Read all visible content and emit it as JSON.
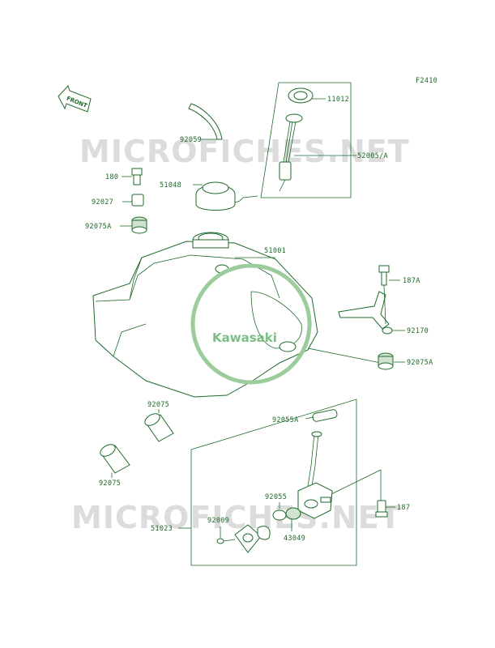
{
  "figure_code": "F2410",
  "watermark": "MICROFICHES.NET",
  "front_label": "FRONT",
  "logo_text": "Kawasaki",
  "parts": {
    "p11012": "11012",
    "p52005": "52005/A",
    "p92059": "92059",
    "p180": "180",
    "p51048": "51048",
    "p92027": "92027",
    "p92075A_left": "92075A",
    "p51001": "51001",
    "p187A": "187A",
    "p92170": "92170",
    "p92075A_right": "92075A",
    "p92075_top": "92075",
    "p92075_bottom": "92075",
    "p92055A": "92055A",
    "p92055": "92055",
    "p187": "187",
    "p92009": "92009",
    "p51023": "51023",
    "p43049": "43049"
  },
  "colors": {
    "line": "#1e6a2a",
    "watermark": "#dcdcdc",
    "logo": "#7bbf86"
  }
}
